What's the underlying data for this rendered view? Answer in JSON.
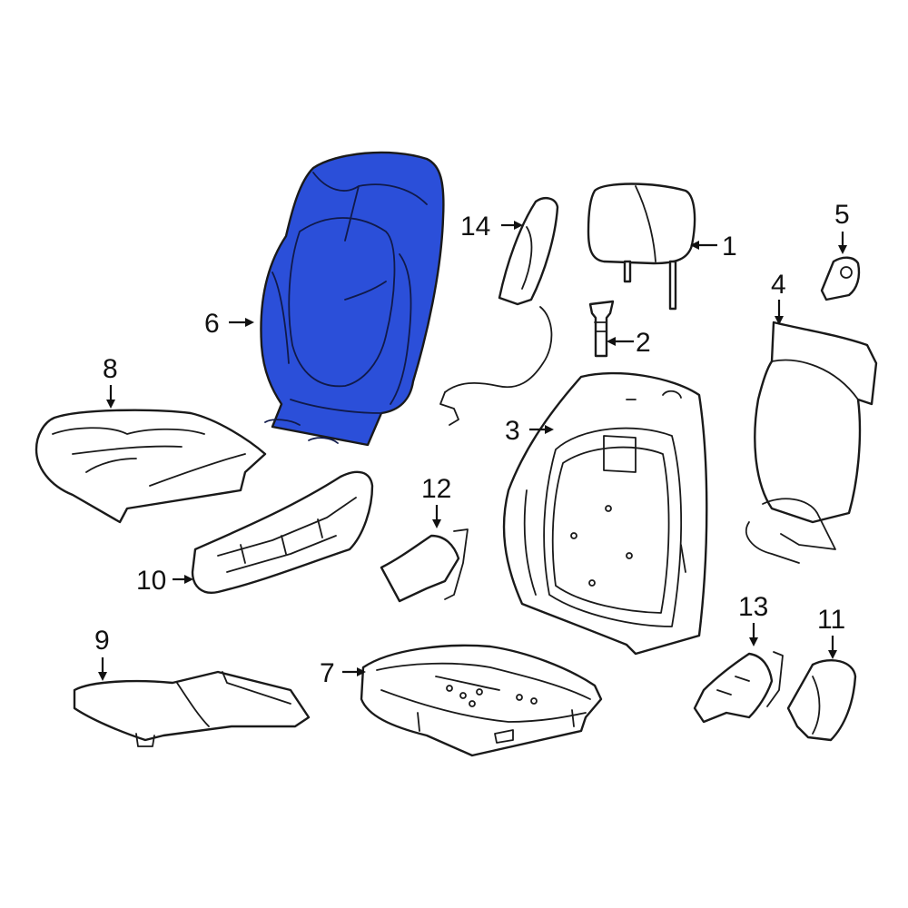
{
  "diagram": {
    "highlight_color": "#2b4fd9",
    "highlighted_part": "6",
    "callouts": [
      {
        "id": "1",
        "label": "1"
      },
      {
        "id": "2",
        "label": "2"
      },
      {
        "id": "3",
        "label": "3"
      },
      {
        "id": "4",
        "label": "4"
      },
      {
        "id": "5",
        "label": "5"
      },
      {
        "id": "6",
        "label": "6"
      },
      {
        "id": "7",
        "label": "7"
      },
      {
        "id": "8",
        "label": "8"
      },
      {
        "id": "9",
        "label": "9"
      },
      {
        "id": "10",
        "label": "10"
      },
      {
        "id": "11",
        "label": "11"
      },
      {
        "id": "12",
        "label": "12"
      },
      {
        "id": "13",
        "label": "13"
      },
      {
        "id": "14",
        "label": "14"
      }
    ]
  }
}
